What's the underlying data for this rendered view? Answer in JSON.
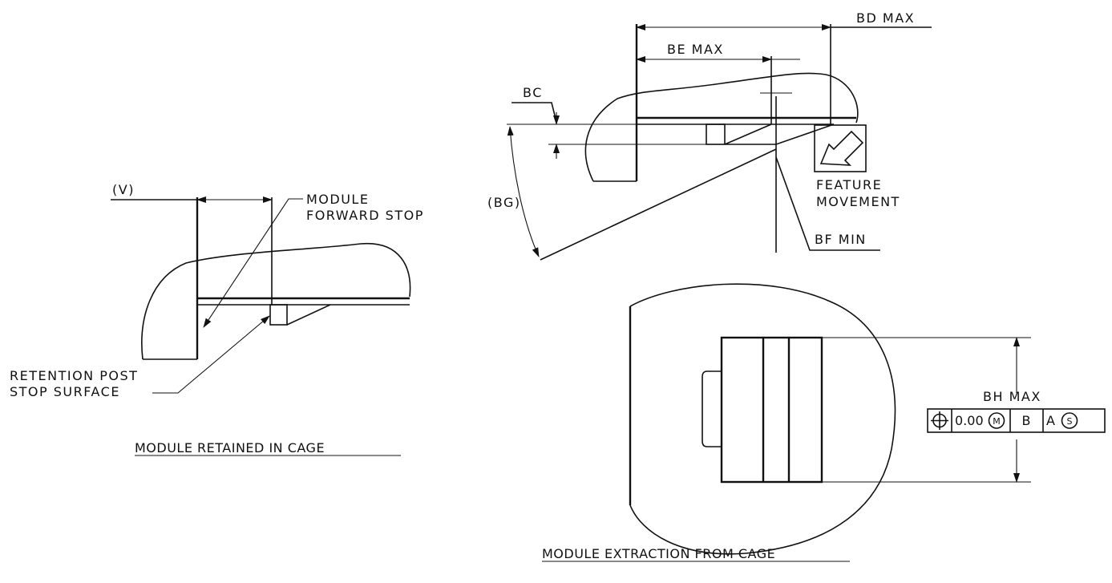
{
  "left_view": {
    "dim_v": "(V)",
    "callout_forward_stop_line1": "MODULE",
    "callout_forward_stop_line2": "FORWARD STOP",
    "callout_retention_line1": "RETENTION POST",
    "callout_retention_line2": "STOP SURFACE",
    "caption": "MODULE RETAINED IN CAGE"
  },
  "right_view": {
    "dim_bd": "BD MAX",
    "dim_be": "BE MAX",
    "dim_bc": "BC",
    "dim_bg": "(BG)",
    "dim_bf": "BF MIN",
    "callout_feature_line1": "FEATURE",
    "callout_feature_line2": "MOVEMENT",
    "dim_bh": "BH MAX",
    "fcf": {
      "symbol": "⌖",
      "tolerance": "0.00",
      "modifier": "M",
      "datum_primary": "B",
      "datum_secondary": "A",
      "datum_secondary_modifier": "S"
    },
    "caption": "MODULE EXTRACTION FROM CAGE"
  }
}
